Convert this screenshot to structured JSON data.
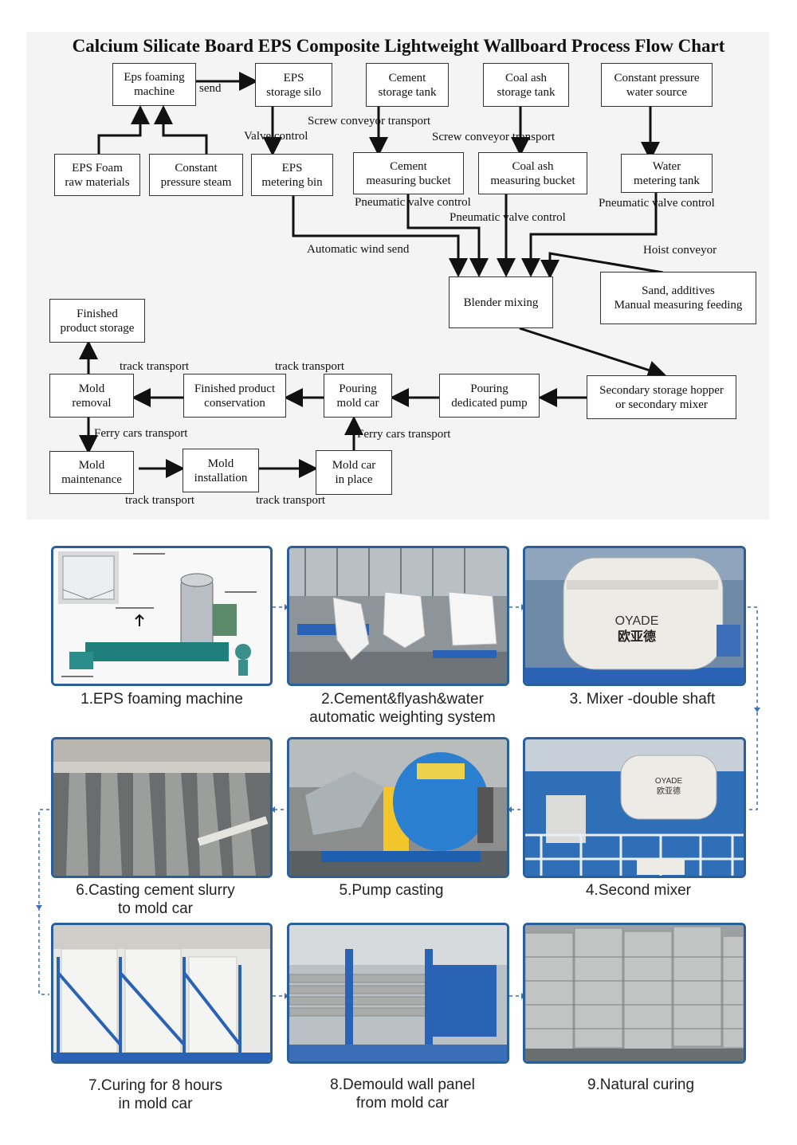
{
  "title": "Calcium Silicate Board EPS Composite Lightweight Wallboard Process Flow Chart",
  "nodes": {
    "eps_foaming_machine": "Eps foaming\nmachine",
    "eps_storage_silo": "EPS\nstorage silo",
    "cement_storage_tank": "Cement\nstorage tank",
    "coal_ash_storage_tank": "Coal ash\nstorage tank",
    "constant_pressure_water": "Constant pressure\nwater source",
    "eps_foam_raw": "EPS Foam\nraw materials",
    "constant_pressure_steam": "Constant\npressure steam",
    "eps_metering_bin": "EPS\nmetering bin",
    "cement_measuring_bucket": "Cement\nmeasuring bucket",
    "coal_ash_measuring_bucket": "Coal ash\nmeasuring bucket",
    "water_metering_tank": "Water\nmetering tank",
    "blender_mixing": "Blender mixing",
    "sand_additives": "Sand, additives\nManual measuring feeding",
    "finished_product_storage": "Finished\nproduct storage",
    "mold_removal": "Mold\nremoval",
    "finished_product_conservation": "Finished product\nconservation",
    "pouring_mold_car": "Pouring\nmold car",
    "pouring_dedicated_pump": "Pouring\ndedicated pump",
    "secondary_storage_hopper": "Secondary storage hopper\nor secondary mixer",
    "mold_maintenance": "Mold\nmaintenance",
    "mold_installation": "Mold\ninstallation",
    "mold_car_in_place": "Mold car\nin place"
  },
  "edge_labels": {
    "send": "send",
    "valve_control": "Valve control",
    "screw_conveyor_1": "Screw conveyor transport",
    "screw_conveyor_2": "Screw conveyor transport",
    "pneumatic_1": "Pneumatic valve control",
    "pneumatic_2": "Pneumatic valve control",
    "pneumatic_3": "Pneumatic valve control",
    "automatic_wind_send": "Automatic wind send",
    "hoist_conveyor": "Hoist conveyor",
    "track_transport_1": "track transport",
    "track_transport_2": "track transport",
    "ferry_cars_1": "Ferry cars transport",
    "ferry_cars_2": "Ferry cars transport",
    "track_transport_3": "track transport",
    "track_transport_4": "track transport"
  },
  "photos": [
    {
      "caption": "1.EPS foaming machine"
    },
    {
      "caption": "2.Cement&flyash&water\nautomatic weighting system"
    },
    {
      "caption": "3. Mixer -double shaft",
      "sign_en": "OYADE",
      "sign_cn": "欧亚德"
    },
    {
      "caption": "4.Second mixer",
      "sign_en": "OYADE",
      "sign_cn": "欧亚德"
    },
    {
      "caption": "5.Pump casting"
    },
    {
      "caption": "6.Casting cement slurry\nto mold car"
    },
    {
      "caption": "7.Curing for 8 hours\nin mold car"
    },
    {
      "caption": "8.Demould wall panel\nfrom mold car"
    },
    {
      "caption": "9.Natural curing"
    }
  ],
  "colors": {
    "frame": "#2a5f9a",
    "link": "#3b6fb0",
    "arrow": "#111111"
  }
}
